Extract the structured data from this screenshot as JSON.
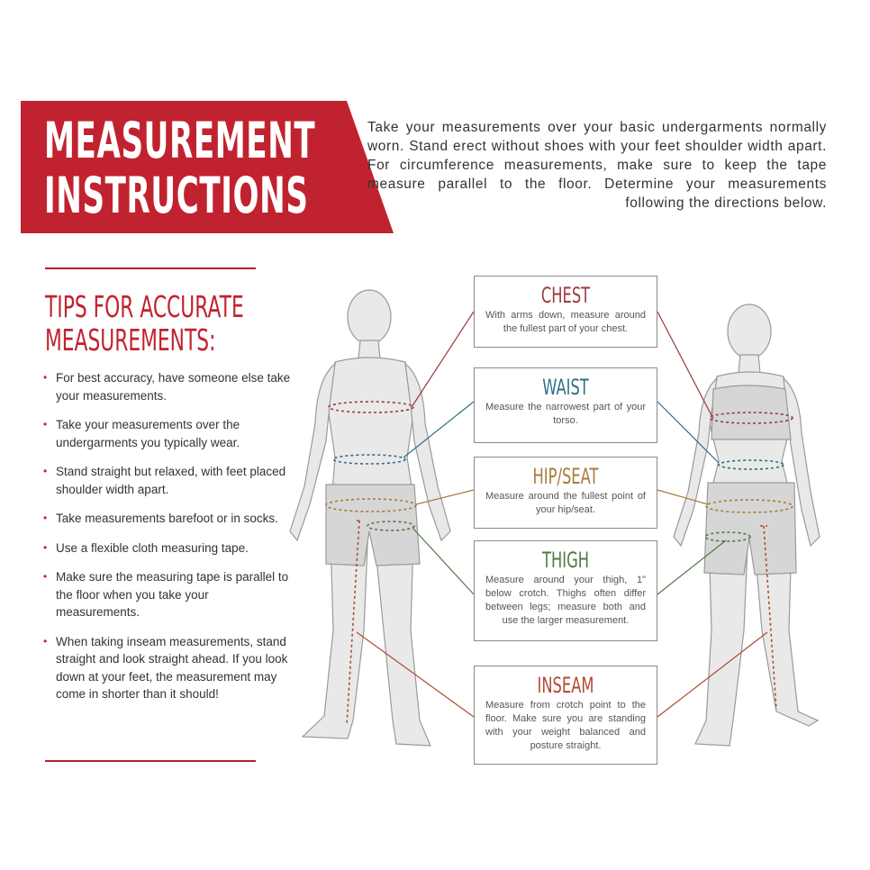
{
  "banner": {
    "line1": "MEASUREMENT",
    "line2": "INSTRUCTIONS",
    "color": "#c0232f"
  },
  "intro": "Take your measurements over your basic undergarments normally worn. Stand erect without shoes with your feet shoulder width apart. For circumference measurements, make sure to keep the tape measure parallel to the floor. Determine your measurements following the directions below.",
  "tips": {
    "title_line1": "TIPS FOR ACCURATE",
    "title_line2": "MEASUREMENTS:",
    "items": [
      "For best accuracy, have someone else take your measurements.",
      "Take your measurements over the undergarments you typically wear.",
      "Stand straight but relaxed, with feet placed shoulder width apart.",
      "Take measurements barefoot or in socks.",
      "Use a flexible cloth measuring tape.",
      "Make sure the measuring tape is parallel to the floor when you take your measurements.",
      "When taking inseam measurements, stand straight and look straight ahead. If you look down at your feet, the measurement may come in shorter than it should!"
    ]
  },
  "measurements": [
    {
      "title": "CHEST",
      "desc": "With arms down, measure around the fullest part of your chest.",
      "color": "#9b3a3a"
    },
    {
      "title": "WAIST",
      "desc": "Measure the narrowest part of your torso.",
      "color": "#2e6f86"
    },
    {
      "title": "HIP/SEAT",
      "desc": "Measure around the fullest point of your hip/seat.",
      "color": "#a97a3c"
    },
    {
      "title": "THIGH",
      "desc": "Measure around your thigh, 1\" below crotch. Thighs often differ between legs; measure both and use the larger measurement.",
      "color": "#4f7a43"
    },
    {
      "title": "INSEAM",
      "desc": "Measure from crotch point to the floor. Make sure you are standing with your weight balanced and posture straight.",
      "color": "#b04a33"
    }
  ]
}
